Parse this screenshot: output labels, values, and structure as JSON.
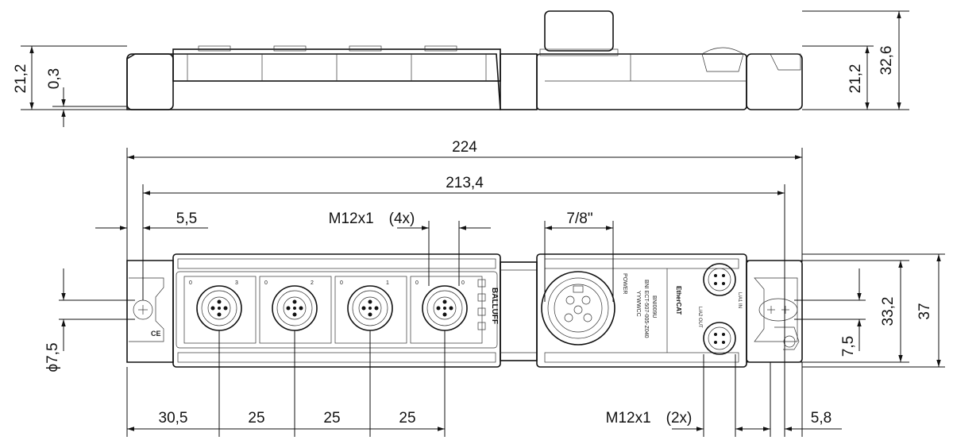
{
  "side_view": {
    "dim_height_left": "21,2",
    "dim_offset_left": "0,3",
    "dim_height_right": "21,2",
    "dim_total_height_right": "32,6"
  },
  "top_view": {
    "dim_total_length": "224",
    "dim_hole_spacing": "213,4",
    "dim_edge_offset": "5,5",
    "dim_m12_connectors": "M12x1　(4x)",
    "dim_power_connector": "7/8\"",
    "dim_hole_diameter": "ϕ7,5",
    "dim_first_connector": "30,5",
    "dim_pitch_1": "25",
    "dim_pitch_2": "25",
    "dim_pitch_3": "25",
    "dim_m12_ports": "M12x1　(2x)",
    "dim_right_offset": "5,8",
    "dim_width_inner": "33,2",
    "dim_width_total": "37",
    "dim_hole_offset": "7,5"
  },
  "labels": {
    "brand": "BALLUFF",
    "power_label": "POWER",
    "model": "BNI009U",
    "part_number": "BNI ECT-507-005-Z040",
    "date_code": "YYWWCC",
    "ethercat": "EtherCAT",
    "port_in": "L/A1 IN",
    "port_out": "L/A2 OUT",
    "ce_mark": "CE",
    "port_numbers": [
      "0",
      "3",
      "0",
      "2",
      "0",
      "1",
      "0",
      "0"
    ]
  }
}
